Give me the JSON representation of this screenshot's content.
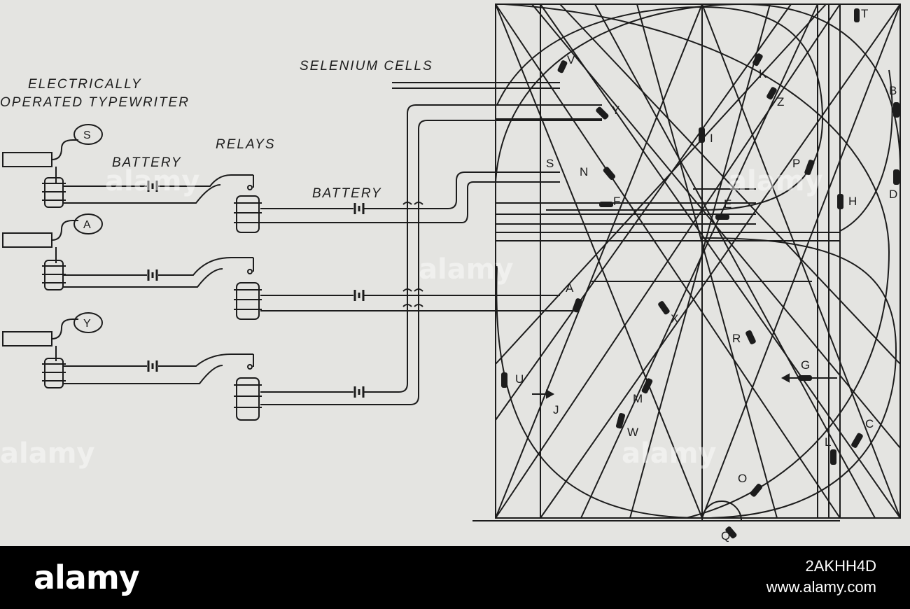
{
  "labels": {
    "typewriter_line1": "ELECTRICALLY",
    "typewriter_line2": "OPERATED TYPEWRITER",
    "selenium": "SELENIUM CELLS",
    "relays": "RELAYS",
    "battery1": "BATTERY",
    "battery2": "BATTERY"
  },
  "keys": [
    "S",
    "A",
    "Y"
  ],
  "cell_letters": {
    "V": "V",
    "K": "K",
    "B": "B",
    "Z": "Z",
    "Y": "Y",
    "I": "I",
    "S": "S",
    "N": "N",
    "P": "P",
    "D": "D",
    "F": "F",
    "E": "E",
    "H": "H",
    "A": "A",
    "X": "X",
    "R": "R",
    "G": "G",
    "U": "U",
    "J": "J",
    "M": "M",
    "C": "C",
    "W": "W",
    "L": "L",
    "O": "O",
    "Q": "Q",
    "T": "T"
  },
  "watermark": "alamy",
  "footer": {
    "logo": "alamy",
    "image_id": "2AKHH4D",
    "site": "www.alamy.com"
  },
  "colors": {
    "ink": "#1c1c1c",
    "paper": "#e4e4e1",
    "footer_bg": "#000000"
  }
}
